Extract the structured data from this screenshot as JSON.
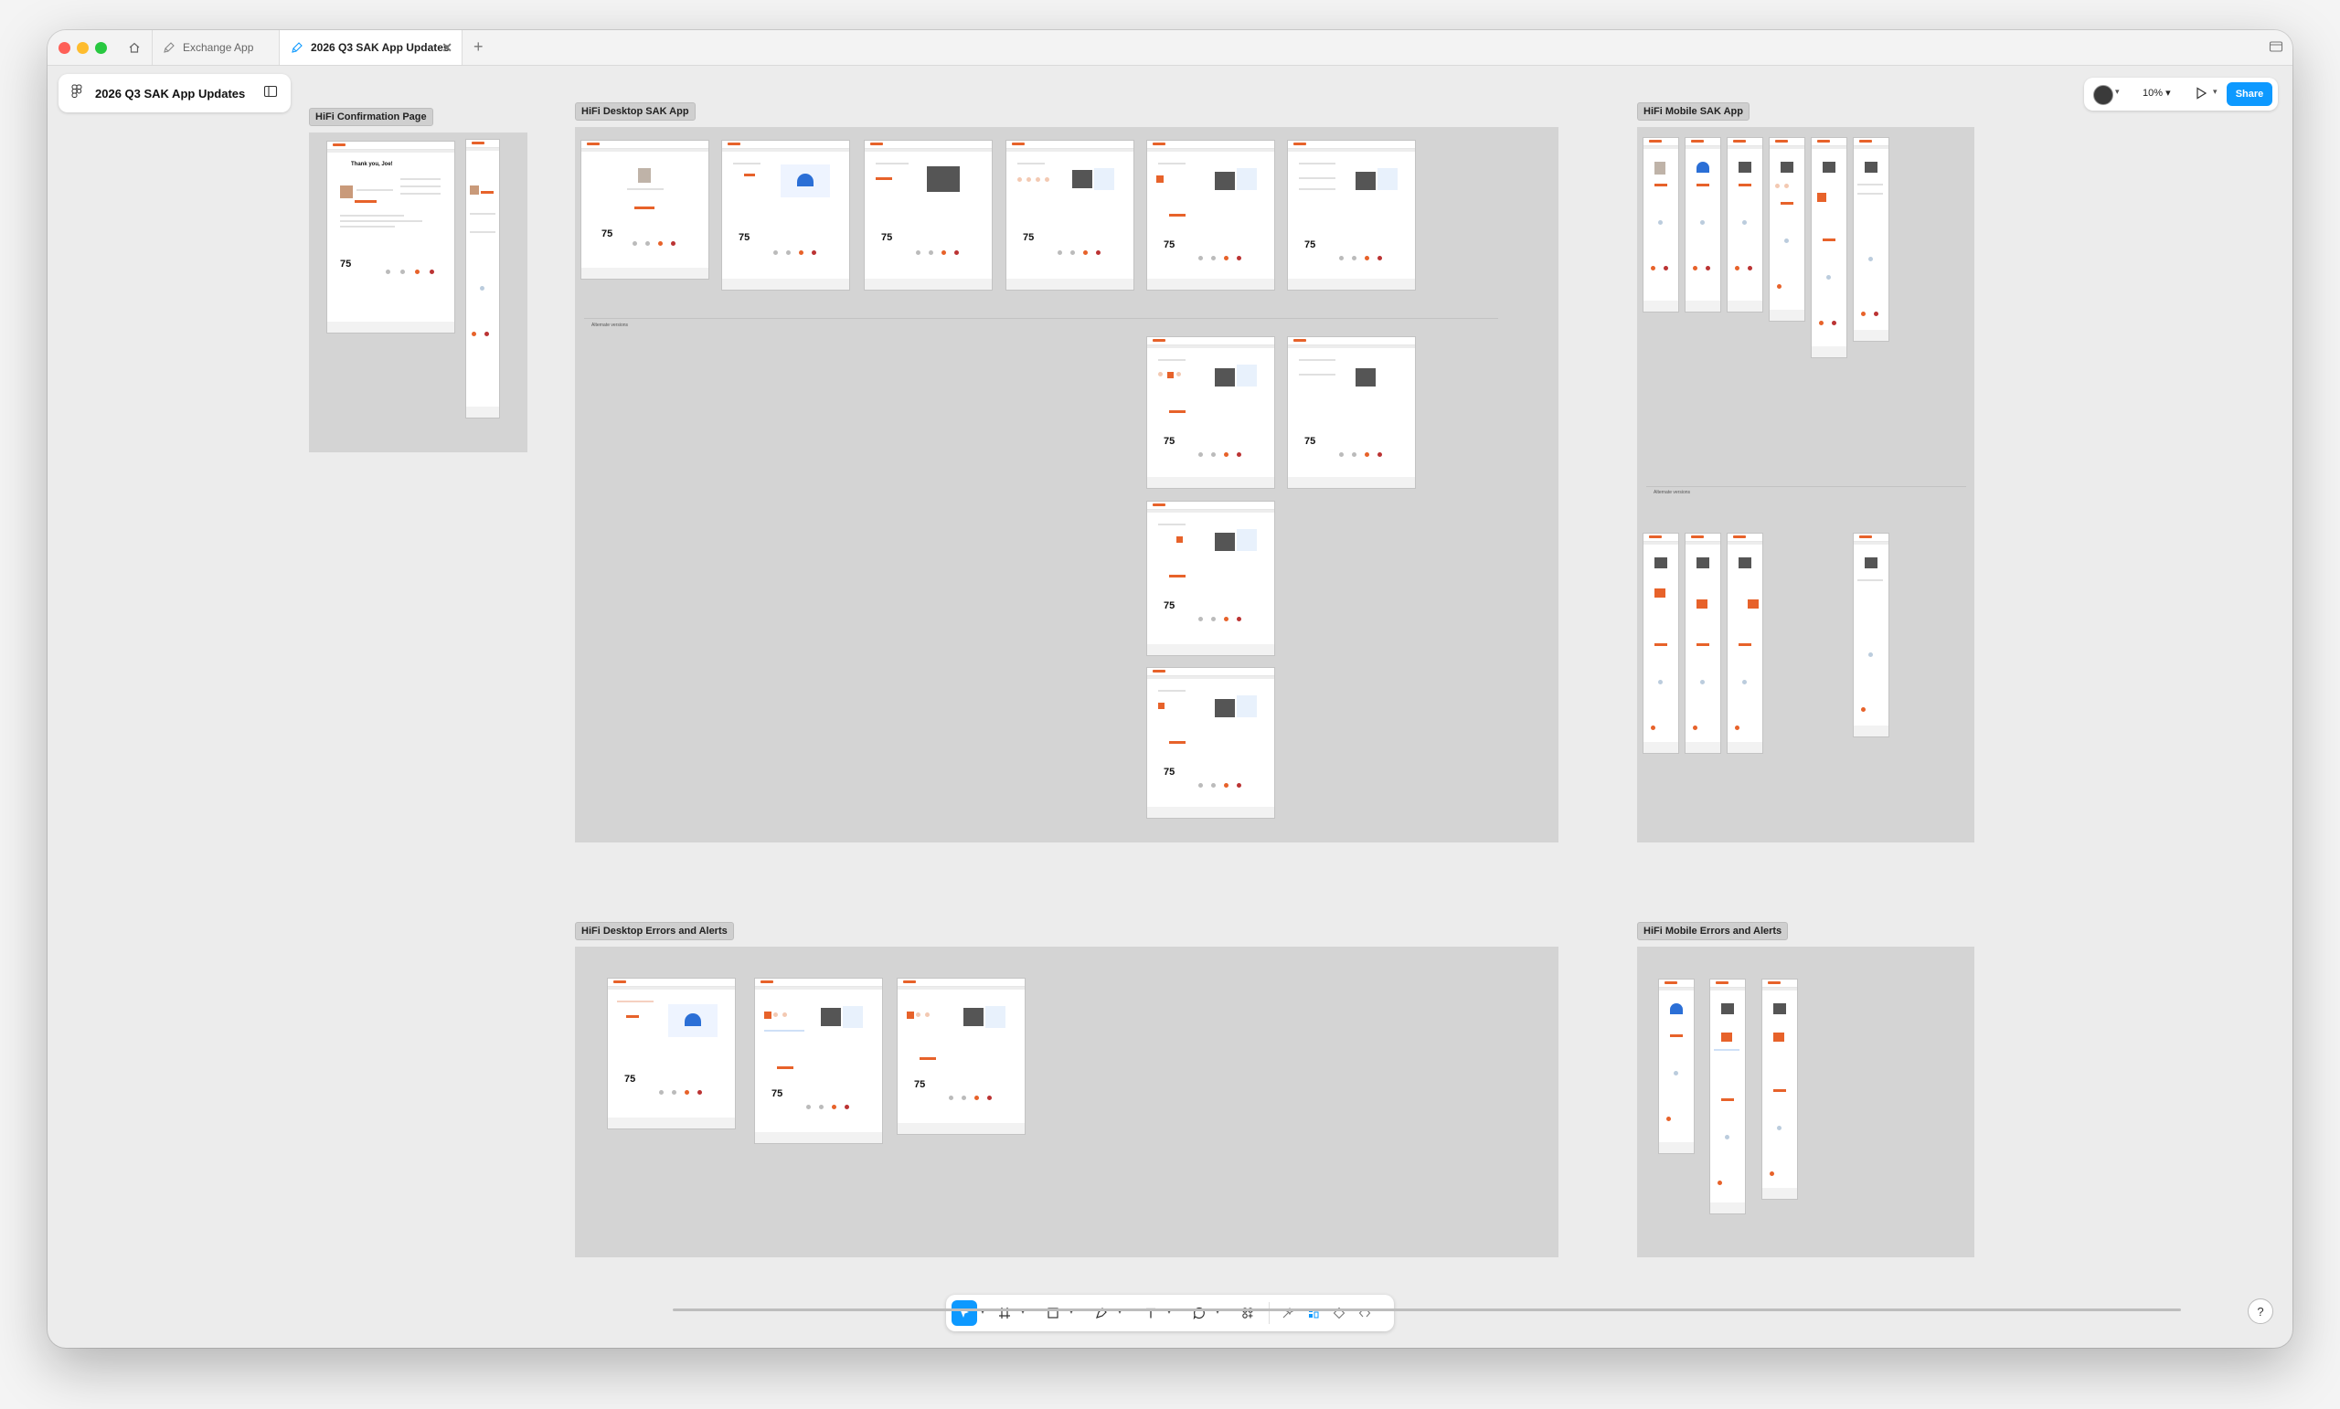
{
  "tabs": [
    {
      "label": "Exchange App"
    },
    {
      "label": "2026 Q3 SAK App Updates"
    }
  ],
  "file": {
    "name": "2026 Q3 SAK App Updates"
  },
  "toolbar_right": {
    "zoom": "10%",
    "share": "Share"
  },
  "sections": {
    "confirmation": {
      "label": "HiFi Confirmation Page"
    },
    "desktop": {
      "label": "HiFi Desktop SAK App",
      "alt_label": "Alternate versions"
    },
    "mobile": {
      "label": "HiFi Mobile SAK App",
      "alt_label": "Alternate versions"
    },
    "desktop_errors": {
      "label": "HiFi Desktop Errors and Alerts"
    },
    "mobile_errors": {
      "label": "HiFi Mobile Errors and Alerts"
    }
  },
  "frame_text": {
    "stat": "75",
    "thanks": "Thank you, Joe!"
  },
  "tools": [
    "move-tool",
    "frame-tool",
    "shape-tool",
    "pen-tool",
    "text-tool",
    "comment-tool",
    "actions-tool",
    "ai-tool",
    "dev-tool",
    "component-tool",
    "code-tool"
  ],
  "help": "?",
  "colors": {
    "accent": "#0d99ff",
    "brand": "#e7622a"
  }
}
